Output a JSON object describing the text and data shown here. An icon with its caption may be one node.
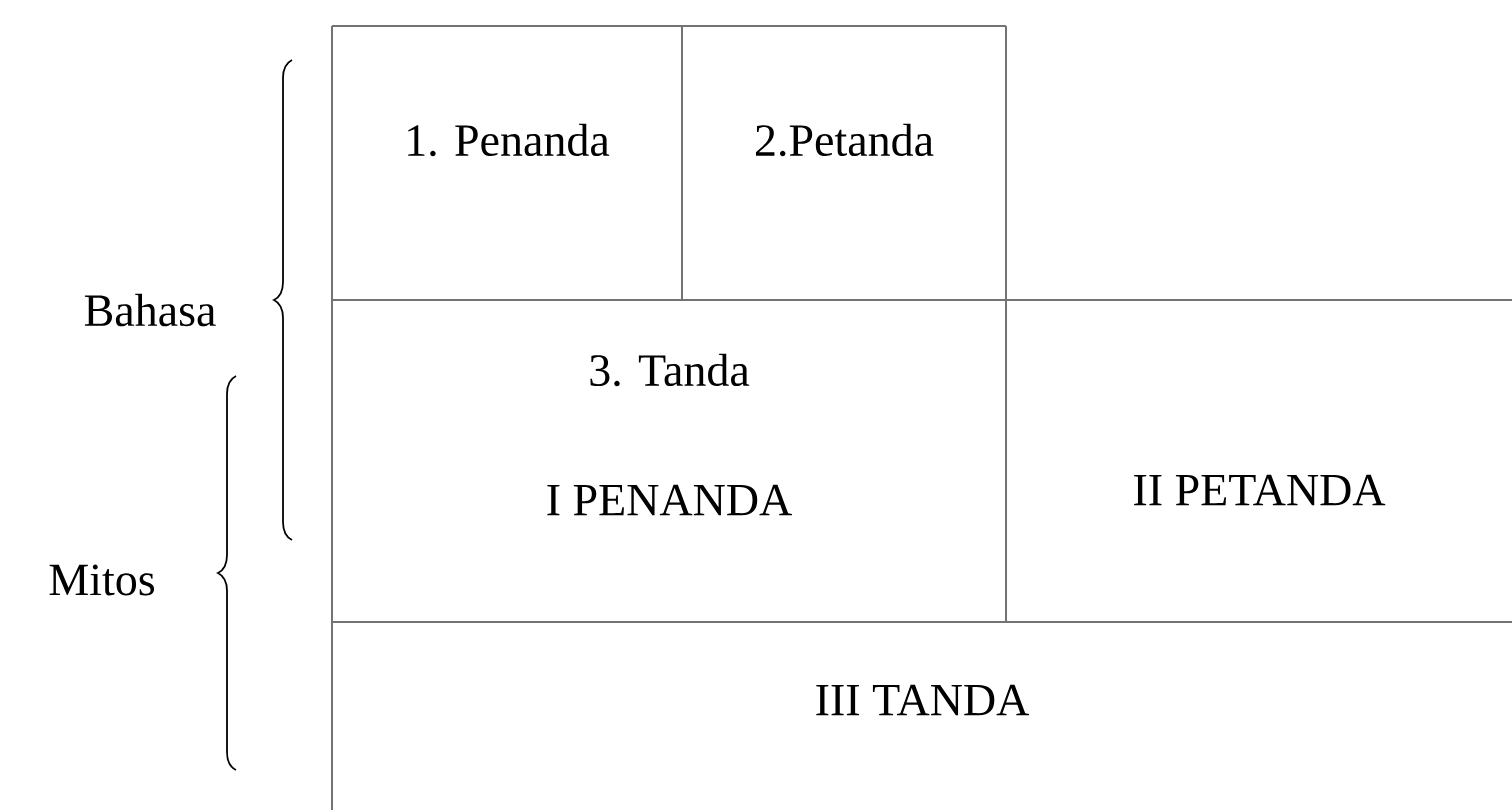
{
  "diagram": {
    "nodes": [
      {
        "text": [
          "1. Penanda"
        ]
      },
      {
        "text": [
          "2.Petanda"
        ]
      },
      {
        "text": [
          "3. Tanda",
          "I PENANDA"
        ]
      },
      {
        "text": [
          "II PETANDA"
        ]
      },
      {
        "text": [
          "III TANDA"
        ]
      }
    ],
    "labels": [
      "Bahasa",
      "Mitos"
    ]
  }
}
